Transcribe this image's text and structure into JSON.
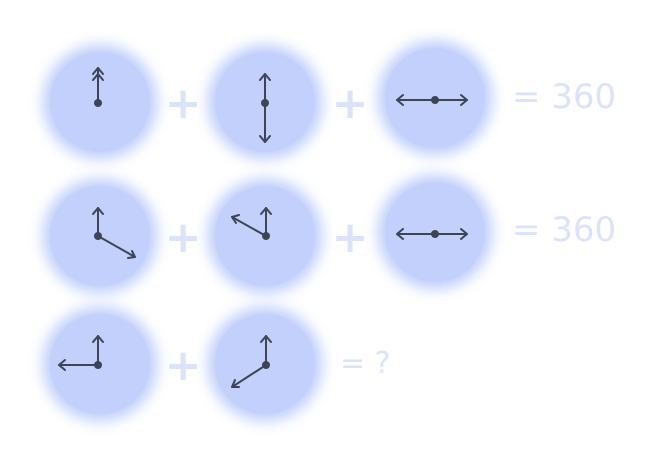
{
  "rows": [
    {
      "clocks": [
        {
          "name": "clock-r1-c1",
          "hands": "hour-up-double, minute-up"
        },
        {
          "name": "clock-r1-c2",
          "hands": "hour-down, minute-up"
        },
        {
          "name": "clock-r1-c3",
          "hands": "hour-left, minute-right"
        }
      ],
      "plus": [
        "+",
        "+"
      ],
      "result": "= 360"
    },
    {
      "clocks": [
        {
          "name": "clock-r2-c1",
          "hands": "minute-up, hour-lower-right"
        },
        {
          "name": "clock-r2-c2",
          "hands": "minute-up, hour-upper-left"
        },
        {
          "name": "clock-r2-c3",
          "hands": "hour-left, minute-right"
        }
      ],
      "plus": [
        "+",
        "+"
      ],
      "result": "= 360"
    },
    {
      "clocks": [
        {
          "name": "clock-r3-c1",
          "hands": "minute-up, hour-left"
        },
        {
          "name": "clock-r3-c2",
          "hands": "minute-up, hour-lower-left"
        }
      ],
      "plus": [
        "+"
      ],
      "result": "= ?"
    }
  ],
  "colors": {
    "clock_face": "#c2d0fb",
    "clock_glow": "#b2c4fa",
    "hands": "#3d4555",
    "operators": "#dbe3fb"
  }
}
